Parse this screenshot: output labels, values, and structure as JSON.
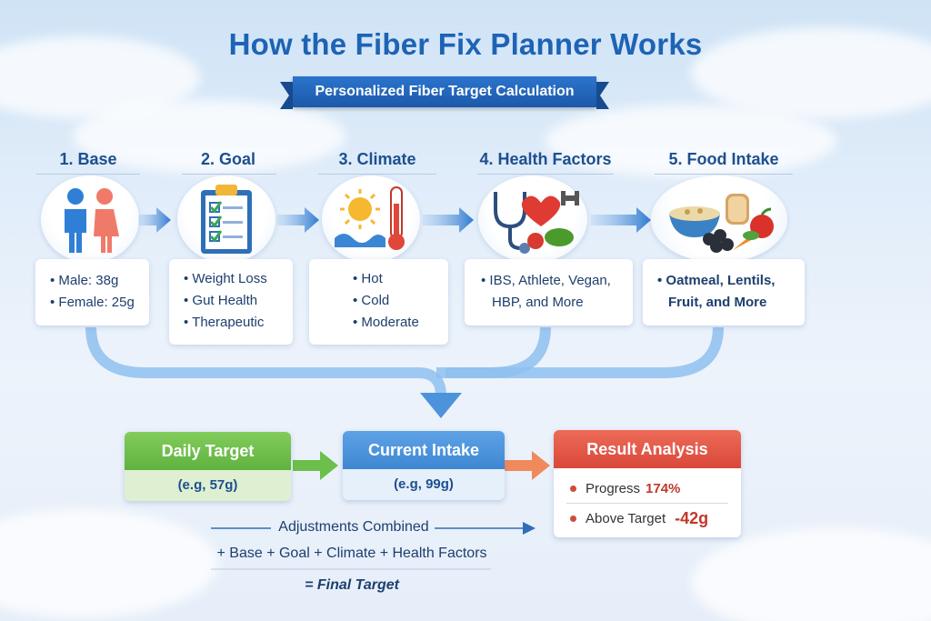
{
  "title": "How the Fiber Fix Planner Works",
  "subtitle": "Personalized Fiber Target Calculation",
  "steps": [
    {
      "title": "1. Base",
      "icon": "people-icon",
      "items": [
        "Male: 38g",
        "Female: 25g"
      ]
    },
    {
      "title": "2. Goal",
      "icon": "clipboard-checklist-icon",
      "items": [
        "Weight Loss",
        "Gut Health",
        "Therapeutic"
      ]
    },
    {
      "title": "3. Climate",
      "icon": "sun-thermometer-icon",
      "items": [
        "Hot",
        "Cold",
        "Moderate"
      ]
    },
    {
      "title": "4. Health Factors",
      "icon": "stethoscope-heart-icon",
      "items": [
        "IBS, Athlete, Vegan,",
        "HBP, and More"
      ]
    },
    {
      "title": "5. Food Intake",
      "icon": "food-bowl-icon",
      "items": [
        "Oatmeal, Lentils,",
        "Fruit, and More"
      ]
    }
  ],
  "daily_target": {
    "label": "Daily Target",
    "example": "(e.g, 57g)"
  },
  "current_intake": {
    "label": "Current Intake",
    "example": "(e.g, 99g)"
  },
  "result": {
    "label": "Result Analysis",
    "progress_label": "Progress",
    "progress_value": "174%",
    "above_label": "Above Target",
    "above_value": "-42g"
  },
  "formula": {
    "adjustments": "Adjustments Combined",
    "sum": "+ Base + Goal + Climate + Health Factors",
    "final": "= Final Target"
  },
  "colors": {
    "title": "#1e63b5",
    "green": "#6cbf4a",
    "blue": "#4a90d9",
    "red": "#e05a47"
  }
}
